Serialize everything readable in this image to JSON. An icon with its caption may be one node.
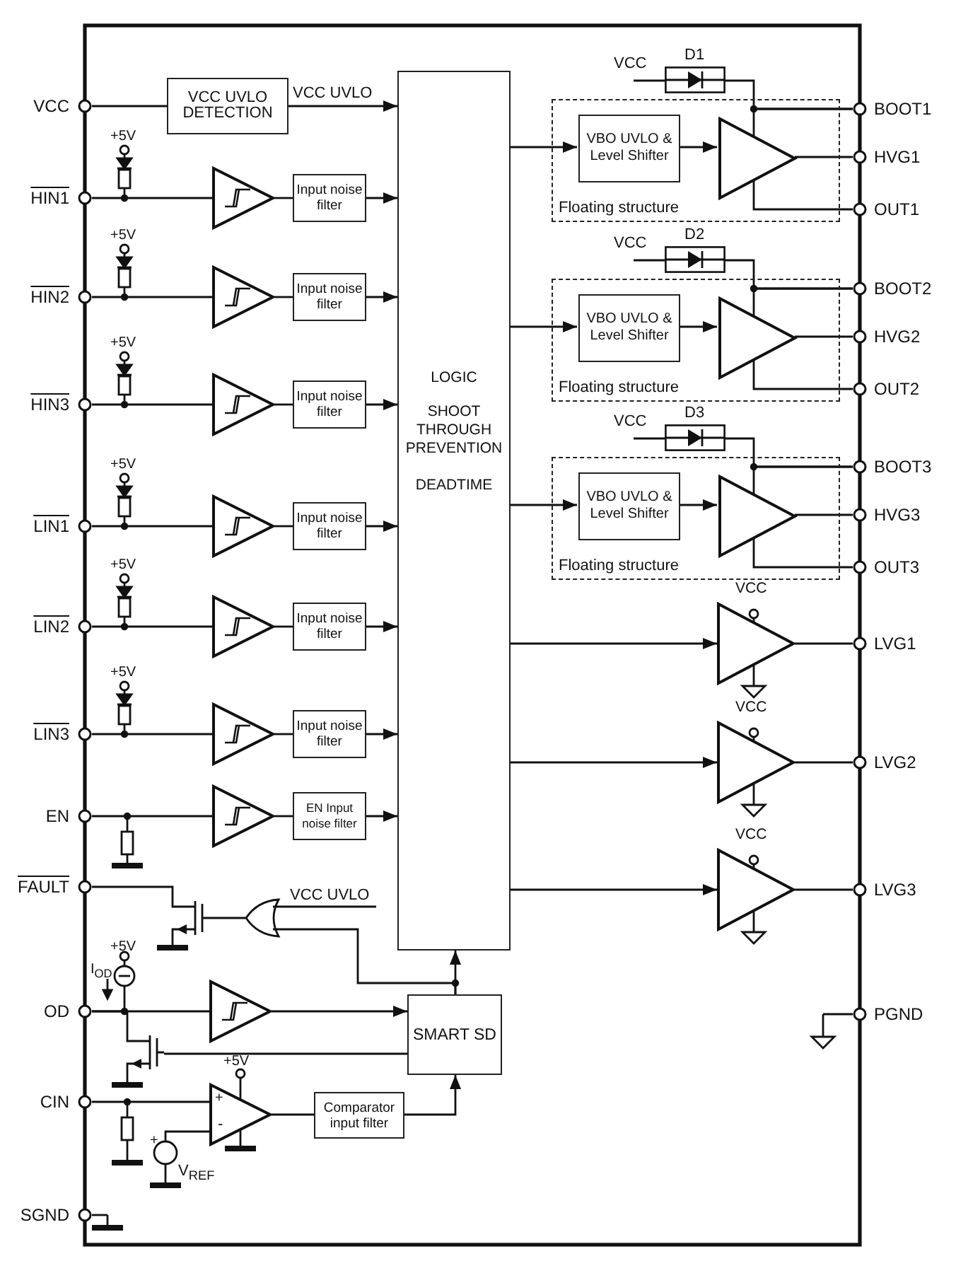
{
  "diagram": {
    "nodes": [
      {
        "text": [],
        "shape": "circle",
        "beside": [
          "VCC"
        ]
      },
      {
        "text": [
          "VCC UVLO DETECTION"
        ]
      },
      {
        "text": [
          "LOGIC",
          "SHOOT THROUGH PREVENTION",
          "DEADTIME"
        ]
      },
      {
        "text": [],
        "shape": "circle",
        "beside": [
          "HIN1"
        ]
      },
      {
        "text": [],
        "shape": "triangle"
      },
      {
        "text": [
          "Input noise filter"
        ]
      },
      {
        "text": [],
        "shape": "circle",
        "beside": [
          "HIN2"
        ]
      },
      {
        "text": [],
        "shape": "triangle"
      },
      {
        "text": [
          "Input noise filter"
        ]
      },
      {
        "text": [],
        "shape": "circle",
        "beside": [
          "HIN3"
        ]
      },
      {
        "text": [],
        "shape": "triangle"
      },
      {
        "text": [
          "Input noise filter"
        ]
      },
      {
        "text": [],
        "shape": "circle",
        "beside": [
          "LIN1"
        ]
      },
      {
        "text": [],
        "shape": "triangle"
      },
      {
        "text": [
          "Input noise filter"
        ]
      },
      {
        "text": [],
        "shape": "circle",
        "beside": [
          "LIN2"
        ]
      },
      {
        "text": [],
        "shape": "triangle"
      },
      {
        "text": [
          "Input noise filter"
        ]
      },
      {
        "text": [],
        "shape": "circle",
        "beside": [
          "LIN3"
        ]
      },
      {
        "text": [],
        "shape": "triangle"
      },
      {
        "text": [
          "Input noise filter"
        ]
      },
      {
        "text": [],
        "shape": "circle",
        "beside": [
          "EN"
        ]
      },
      {
        "text": [],
        "shape": "triangle"
      },
      {
        "text": [
          "EN Input noise filter"
        ]
      },
      {
        "text": [],
        "shape": "circle",
        "beside": [
          "FAULT"
        ]
      },
      {
        "text": [],
        "shape": "transistor"
      },
      {
        "text": [],
        "shape": "gate",
        "beside": [
          "VCC UVLO"
        ]
      },
      {
        "text": [],
        "shape": "circle",
        "beside": [
          "OD"
        ]
      },
      {
        "text": [],
        "shape": "triangle"
      },
      {
        "text": [
          "SMART SD"
        ]
      },
      {
        "text": [],
        "shape": "transistor"
      },
      {
        "text": [],
        "shape": "circle",
        "beside": [
          "CIN"
        ]
      },
      {
        "text": [],
        "shape": "triangle",
        "beside": [
          "+5V"
        ]
      },
      {
        "text": [
          "Comparator input filter"
        ]
      },
      {
        "text": [],
        "shape": "circle",
        "beside": [
          "SGND"
        ]
      },
      {
        "text": [
          "Floating structure"
        ]
      },
      {
        "text": [
          "VBO UVLO & Level Shifter"
        ],
        "in": 35
      },
      {
        "text": [],
        "shape": "triangle",
        "in": 35
      },
      {
        "text": [],
        "shape": "diode",
        "beside": [
          "D1",
          "VCC"
        ]
      },
      {
        "text": [],
        "shape": "circle",
        "beside": [
          "BOOT1"
        ]
      },
      {
        "text": [],
        "shape": "circle",
        "beside": [
          "HVG1"
        ]
      },
      {
        "text": [],
        "shape": "circle",
        "beside": [
          "OUT1"
        ]
      },
      {
        "text": [
          "Floating structure"
        ]
      },
      {
        "text": [
          "VBO UVLO & Level Shifter"
        ],
        "in": 42
      },
      {
        "text": [],
        "shape": "triangle",
        "in": 42
      },
      {
        "text": [],
        "shape": "diode",
        "beside": [
          "D2",
          "VCC"
        ]
      },
      {
        "text": [],
        "shape": "circle",
        "beside": [
          "BOOT2"
        ]
      },
      {
        "text": [],
        "shape": "circle",
        "beside": [
          "HVG2"
        ]
      },
      {
        "text": [],
        "shape": "circle",
        "beside": [
          "OUT2"
        ]
      },
      {
        "text": [
          "Floating structure"
        ]
      },
      {
        "text": [
          "VBO UVLO & Level Shifter"
        ],
        "in": 49
      },
      {
        "text": [],
        "shape": "triangle",
        "in": 49
      },
      {
        "text": [],
        "shape": "diode",
        "beside": [
          "D3",
          "VCC"
        ]
      },
      {
        "text": [],
        "shape": "circle",
        "beside": [
          "BOOT3"
        ]
      },
      {
        "text": [],
        "shape": "circle",
        "beside": [
          "HVG3"
        ]
      },
      {
        "text": [],
        "shape": "circle",
        "beside": [
          "OUT3"
        ]
      },
      {
        "text": [],
        "shape": "triangle"
      },
      {
        "text": [],
        "shape": "circle",
        "beside": [
          "LVG1"
        ]
      },
      {
        "text": [],
        "shape": "triangle"
      },
      {
        "text": [],
        "shape": "circle",
        "beside": [
          "LVG2"
        ]
      },
      {
        "text": [],
        "shape": "triangle"
      },
      {
        "text": [],
        "shape": "circle",
        "beside": [
          "LVG3"
        ]
      },
      {
        "text": [],
        "shape": "circle",
        "beside": [
          "PGND"
        ]
      }
    ],
    "edges": [
      {
        "from": 0,
        "to": 1,
        "arrow": "none"
      },
      {
        "from": 1,
        "to": 2,
        "arrow": "to",
        "label": "VCC UVLO"
      },
      {
        "from": 3,
        "to": 4,
        "arrow": "none"
      },
      {
        "from": 4,
        "to": 5,
        "arrow": "none"
      },
      {
        "from": 5,
        "to": 2,
        "arrow": "to"
      },
      {
        "from": 6,
        "to": 7,
        "arrow": "none"
      },
      {
        "from": 7,
        "to": 8,
        "arrow": "none"
      },
      {
        "from": 8,
        "to": 2,
        "arrow": "to"
      },
      {
        "from": 9,
        "to": 10,
        "arrow": "none"
      },
      {
        "from": 10,
        "to": 11,
        "arrow": "none"
      },
      {
        "from": 11,
        "to": 2,
        "arrow": "to"
      },
      {
        "from": 12,
        "to": 13,
        "arrow": "none"
      },
      {
        "from": 13,
        "to": 14,
        "arrow": "none"
      },
      {
        "from": 14,
        "to": 2,
        "arrow": "to"
      },
      {
        "from": 15,
        "to": 16,
        "arrow": "none"
      },
      {
        "from": 16,
        "to": 17,
        "arrow": "none"
      },
      {
        "from": 17,
        "to": 2,
        "arrow": "to"
      },
      {
        "from": 18,
        "to": 19,
        "arrow": "none"
      },
      {
        "from": 19,
        "to": 20,
        "arrow": "none"
      },
      {
        "from": 20,
        "to": 2,
        "arrow": "to"
      },
      {
        "from": 21,
        "to": 22,
        "arrow": "none"
      },
      {
        "from": 22,
        "to": 23,
        "arrow": "none"
      },
      {
        "from": 23,
        "to": 2,
        "arrow": "to"
      },
      {
        "from": 24,
        "to": 25,
        "arrow": "none"
      },
      {
        "from": 26,
        "to": 25,
        "arrow": "none"
      },
      {
        "from": 29,
        "to": 2,
        "arrow": "to"
      },
      {
        "from": 29,
        "to": 26,
        "arrow": "none"
      },
      {
        "from": 27,
        "to": 28,
        "arrow": "none"
      },
      {
        "from": 28,
        "to": 29,
        "arrow": "to"
      },
      {
        "from": 29,
        "to": 30,
        "arrow": "none"
      },
      {
        "from": 30,
        "to": 27,
        "arrow": "none"
      },
      {
        "from": 31,
        "to": 32,
        "arrow": "none"
      },
      {
        "from": 32,
        "to": 33,
        "arrow": "none"
      },
      {
        "from": 33,
        "to": 29,
        "arrow": "to"
      },
      {
        "from": 2,
        "to": 36,
        "arrow": "to"
      },
      {
        "from": 36,
        "to": 37,
        "arrow": "to"
      },
      {
        "from": 38,
        "to": 39,
        "arrow": "none"
      },
      {
        "from": 37,
        "to": 39,
        "arrow": "none"
      },
      {
        "from": 37,
        "to": 40,
        "arrow": "none"
      },
      {
        "from": 37,
        "to": 41,
        "arrow": "none"
      },
      {
        "from": 2,
        "to": 43,
        "arrow": "to"
      },
      {
        "from": 43,
        "to": 44,
        "arrow": "to"
      },
      {
        "from": 45,
        "to": 46,
        "arrow": "none"
      },
      {
        "from": 44,
        "to": 46,
        "arrow": "none"
      },
      {
        "from": 44,
        "to": 47,
        "arrow": "none"
      },
      {
        "from": 44,
        "to": 48,
        "arrow": "none"
      },
      {
        "from": 2,
        "to": 50,
        "arrow": "to"
      },
      {
        "from": 50,
        "to": 51,
        "arrow": "to"
      },
      {
        "from": 52,
        "to": 53,
        "arrow": "none"
      },
      {
        "from": 51,
        "to": 53,
        "arrow": "none"
      },
      {
        "from": 51,
        "to": 54,
        "arrow": "none"
      },
      {
        "from": 51,
        "to": 55,
        "arrow": "none"
      },
      {
        "from": 2,
        "to": 56,
        "arrow": "to"
      },
      {
        "from": 56,
        "to": 57,
        "arrow": "none"
      },
      {
        "from": 2,
        "to": 58,
        "arrow": "to"
      },
      {
        "from": 58,
        "to": 59,
        "arrow": "none"
      },
      {
        "from": 2,
        "to": 60,
        "arrow": "to"
      },
      {
        "from": 60,
        "to": 61,
        "arrow": "none"
      }
    ],
    "labels": [
      "+5V",
      "+5V",
      "+5V",
      "+5V",
      "+5V",
      "+5V",
      "+5V",
      "I$_{OD}$",
      "+",
      "-",
      "+",
      "V$_{REF}$",
      "VCC",
      "VCC",
      "VCC"
    ]
  }
}
